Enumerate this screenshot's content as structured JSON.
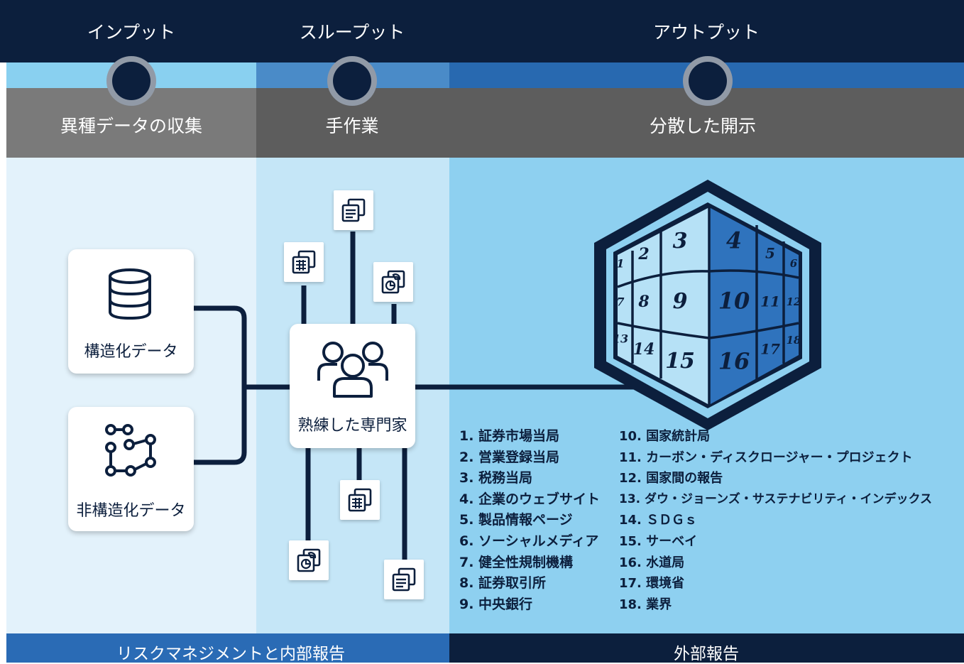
{
  "phases": [
    {
      "title": "インプット",
      "subtitle": "異種データの収集"
    },
    {
      "title": "スループット",
      "subtitle": "手作業"
    },
    {
      "title": "アウトプット",
      "subtitle": "分散した開示"
    }
  ],
  "sources": {
    "structured": {
      "label": "構造化データ",
      "icon": "database-icon"
    },
    "unstructured": {
      "label": "非構造化データ",
      "icon": "scatter-nodes-icon"
    }
  },
  "expert": {
    "label": "熟練した専門家",
    "icon": "people-group-icon"
  },
  "cube_numbers": [
    "1",
    "2",
    "3",
    "4",
    "5",
    "6",
    "7",
    "8",
    "9",
    "10",
    "11",
    "12",
    "13",
    "14",
    "15",
    "16",
    "17",
    "18"
  ],
  "sources_list_left": [
    "1. 証券市場当局",
    "2. 営業登録当局",
    "3. 税務当局",
    "4. 企業のウェブサイト",
    "5. 製品情報ページ",
    "6. ソーシャルメディア",
    "7. 健全性規制機構",
    "8. 証券取引所",
    "9. 中央銀行"
  ],
  "sources_list_right": [
    "10. 国家統計局",
    "11. カーボン・ディスクロージャー・プロジェクト",
    "12. 国家間の報告",
    "13. ダウ・ジョーンズ・サステナビリティ・インデックス",
    "14. ＳＤＧｓ",
    "15. サーベイ",
    "16. 水道局",
    "17. 環境省",
    "18. 業界"
  ],
  "footer": {
    "left": "リスクマネジメントと内部報告",
    "right": "外部報告"
  },
  "colors": {
    "navy": "#0c1f3d",
    "band_input": "#89d0f0",
    "band_through": "#4a8bc8",
    "band_output": "#2869b0",
    "gray_left": "#7a7a7a",
    "gray_right": "#5d5d5d",
    "bg_input": "#e3f2fb",
    "bg_through": "#c5e6f7",
    "bg_output": "#8ed0f0",
    "footer_left": "#2a6bb5"
  }
}
